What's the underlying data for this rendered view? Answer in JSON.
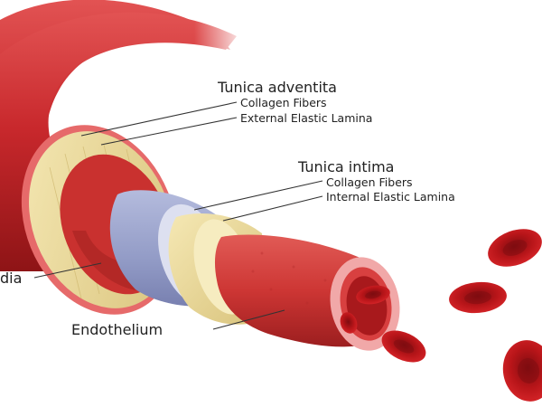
{
  "labels": {
    "tunica_adventita": "Tunica adventita",
    "adventita_collagen": "Collagen Fibers",
    "adventita_elastic": "External Elastic Lamina",
    "tunica_intima": "Tunica intima",
    "intima_collagen": "Collagen Fibers",
    "intima_elastic": "Internal Elastic Lamina",
    "media_partial": "dia",
    "endothelium": "Endothelium"
  },
  "colors": {
    "adventitia_red": "#c8282c",
    "adventitia_dark": "#8e1416",
    "adventitia_light": "#e05050",
    "collagen_yellow": "#ecdb9a",
    "media_red": "#c9312f",
    "elastic_blue": "#9aa2cc",
    "intima_yellow": "#efe0a3",
    "endothelium_red": "#d13a3a",
    "lumen_pink": "#f1a8a8",
    "rbc_red": "#c4171c"
  },
  "icons": [
    "red-blood-cell-icon"
  ]
}
